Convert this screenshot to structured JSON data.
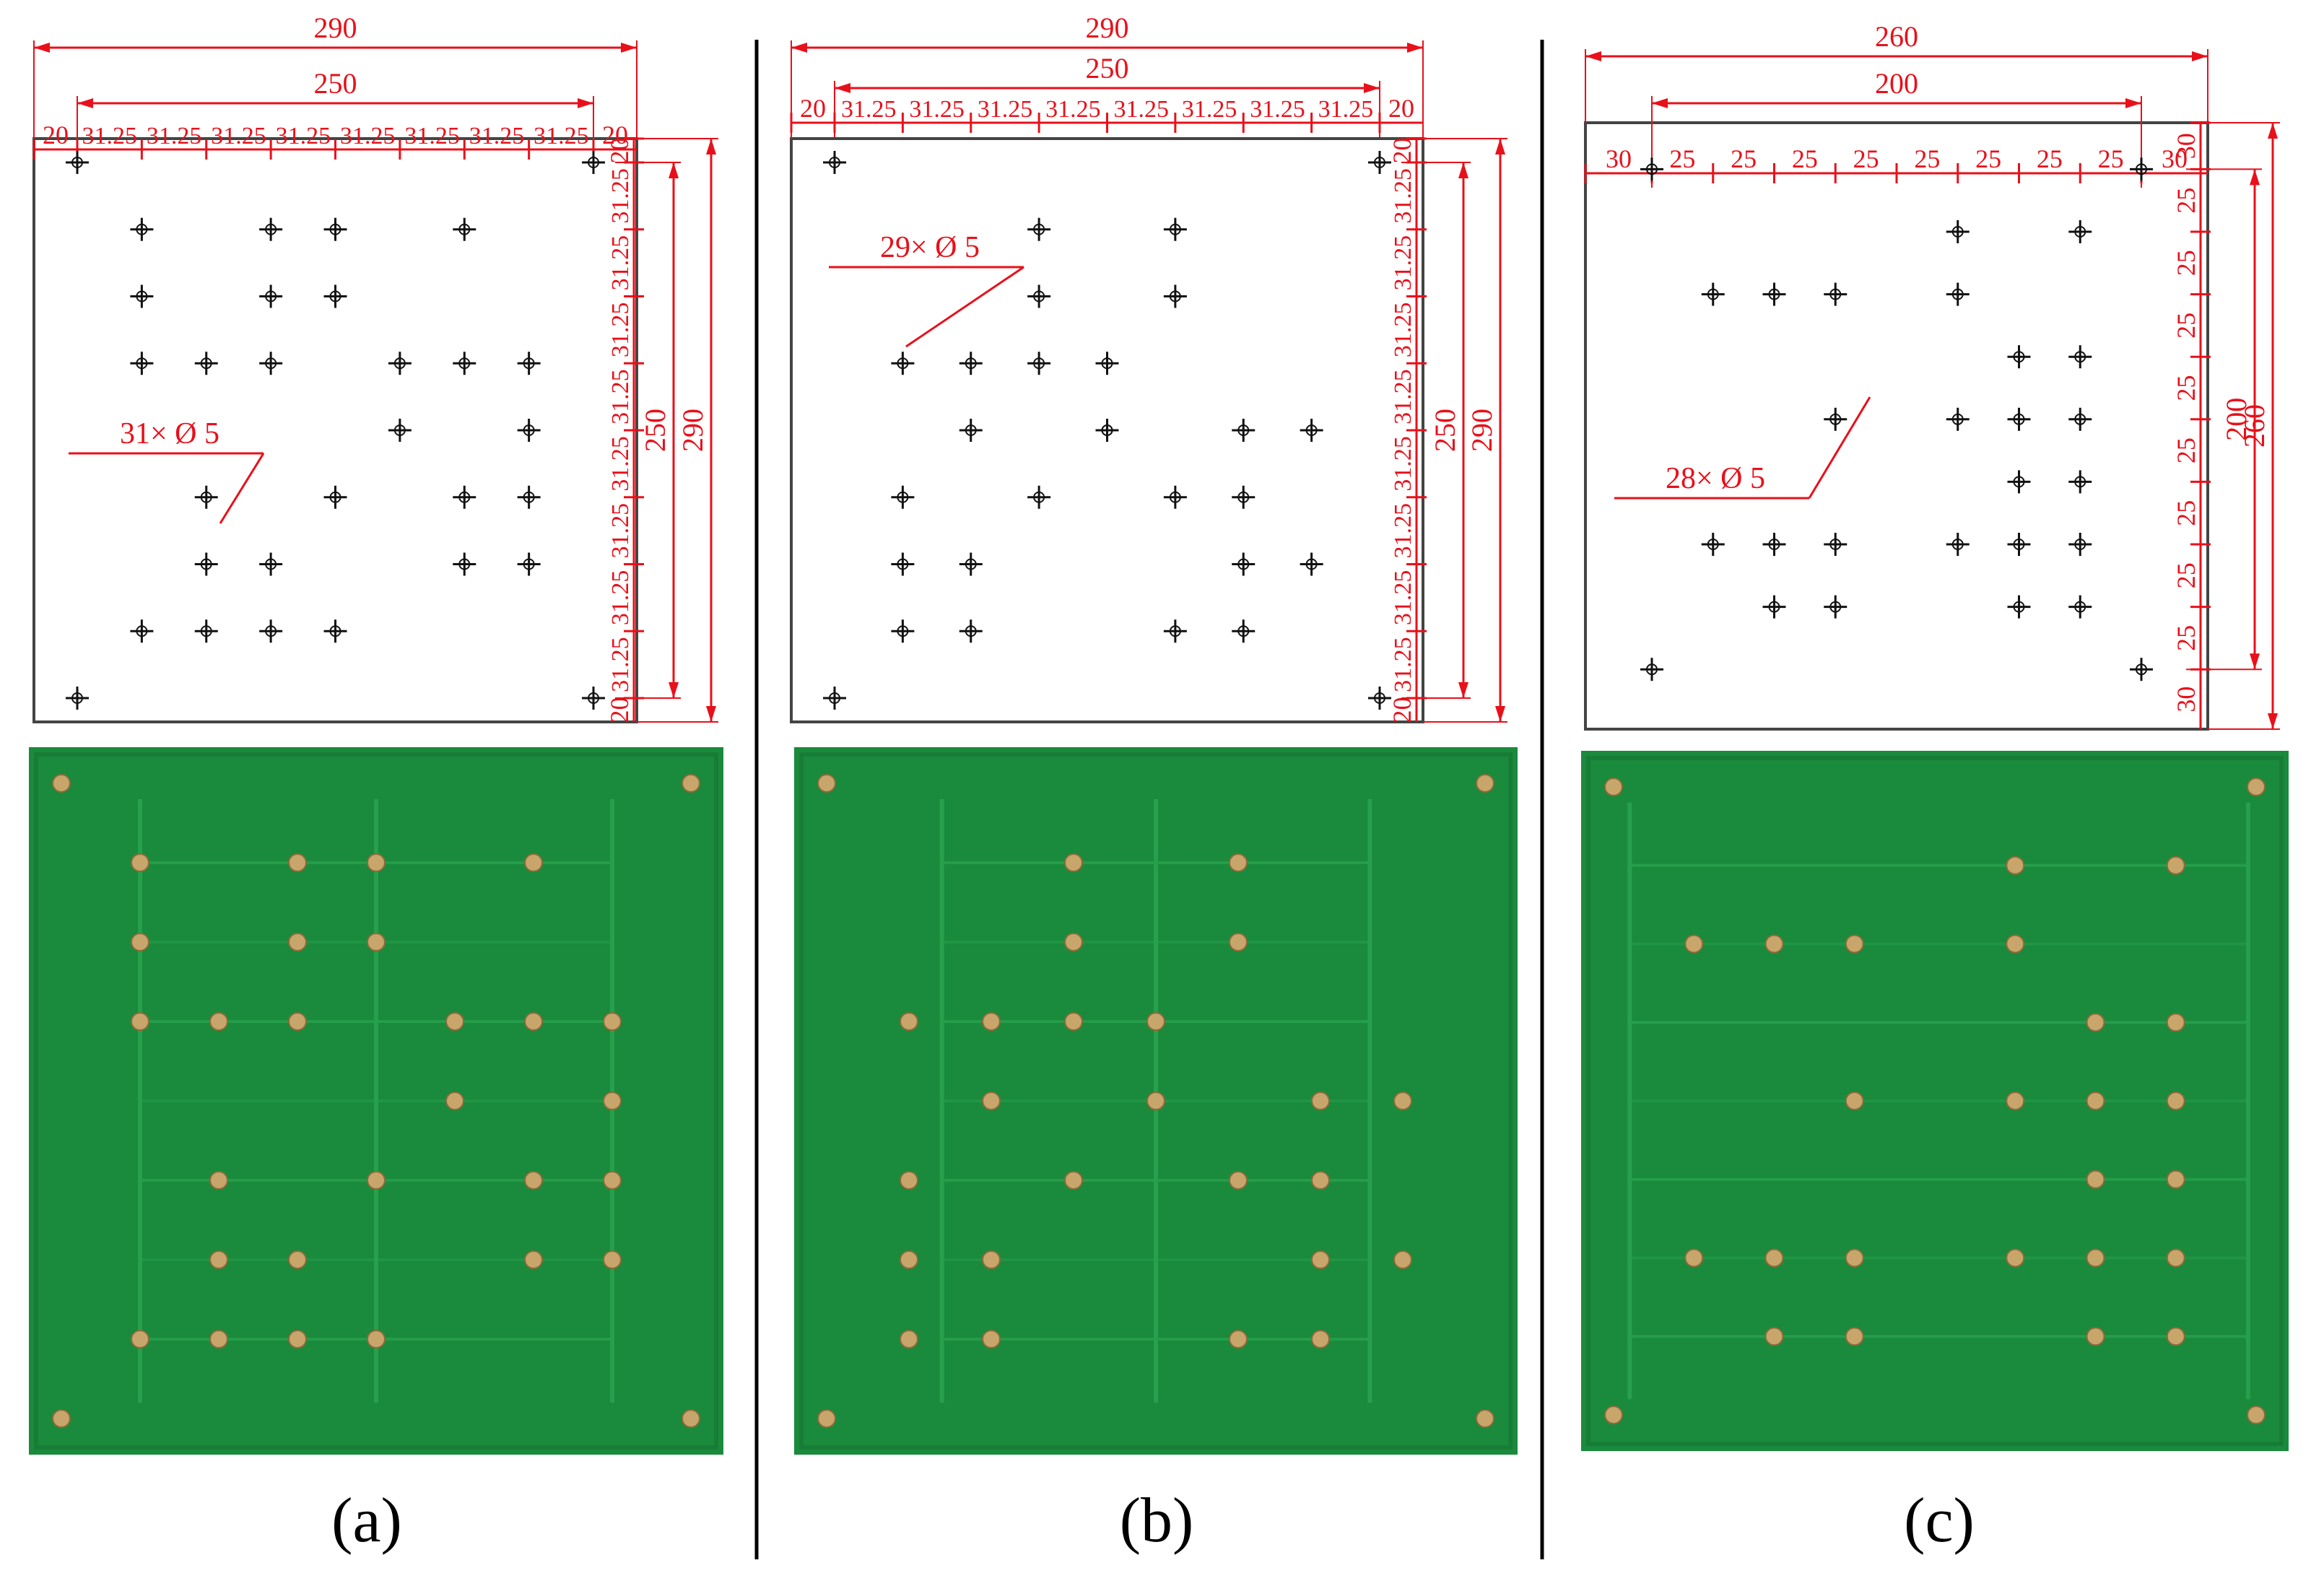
{
  "captions": [
    "(a)",
    "(b)",
    "(c)"
  ],
  "colors": {
    "dimension": "#e8101a",
    "outline": "#444444",
    "pcb": "#1a8a3c",
    "pcb_dark": "#137030",
    "trace": "#27a04c",
    "pad": "#c8a56a"
  },
  "panels": [
    {
      "id": "a",
      "dims": {
        "top_outer": "290",
        "top_inner": "250",
        "top_chain": [
          "20",
          "31.25",
          "31.25",
          "31.25",
          "31.25",
          "31.25",
          "31.25",
          "31.25",
          "31.25",
          "20"
        ],
        "right_chain": [
          "20",
          "31.25",
          "31.25",
          "31.25",
          "31.25",
          "31.25",
          "31.25",
          "31.25",
          "31.25",
          "20"
        ],
        "right_inner": "250",
        "right_outer": "290"
      },
      "hole_callout": "31× Ø 5"
    },
    {
      "id": "b",
      "dims": {
        "top_outer": "290",
        "top_inner": "250",
        "top_chain": [
          "20",
          "31.25",
          "31.25",
          "31.25",
          "31.25",
          "31.25",
          "31.25",
          "31.25",
          "31.25",
          "20"
        ],
        "right_chain": [
          "20",
          "31.25",
          "31.25",
          "31.25",
          "31.25",
          "31.25",
          "31.25",
          "31.25",
          "31.25",
          "20"
        ],
        "right_inner": "250",
        "right_outer": "290"
      },
      "hole_callout": "29× Ø 5"
    },
    {
      "id": "c",
      "dims": {
        "top_outer": "260",
        "top_inner": "200",
        "top_chain": [
          "30",
          "25",
          "25",
          "25",
          "25",
          "25",
          "25",
          "25",
          "25",
          "30"
        ],
        "right_chain": [
          "30",
          "25",
          "25",
          "25",
          "25",
          "25",
          "25",
          "25",
          "25",
          "30"
        ],
        "right_inner": "200",
        "right_outer": "260"
      },
      "hole_callout": "28× Ø 5"
    }
  ]
}
